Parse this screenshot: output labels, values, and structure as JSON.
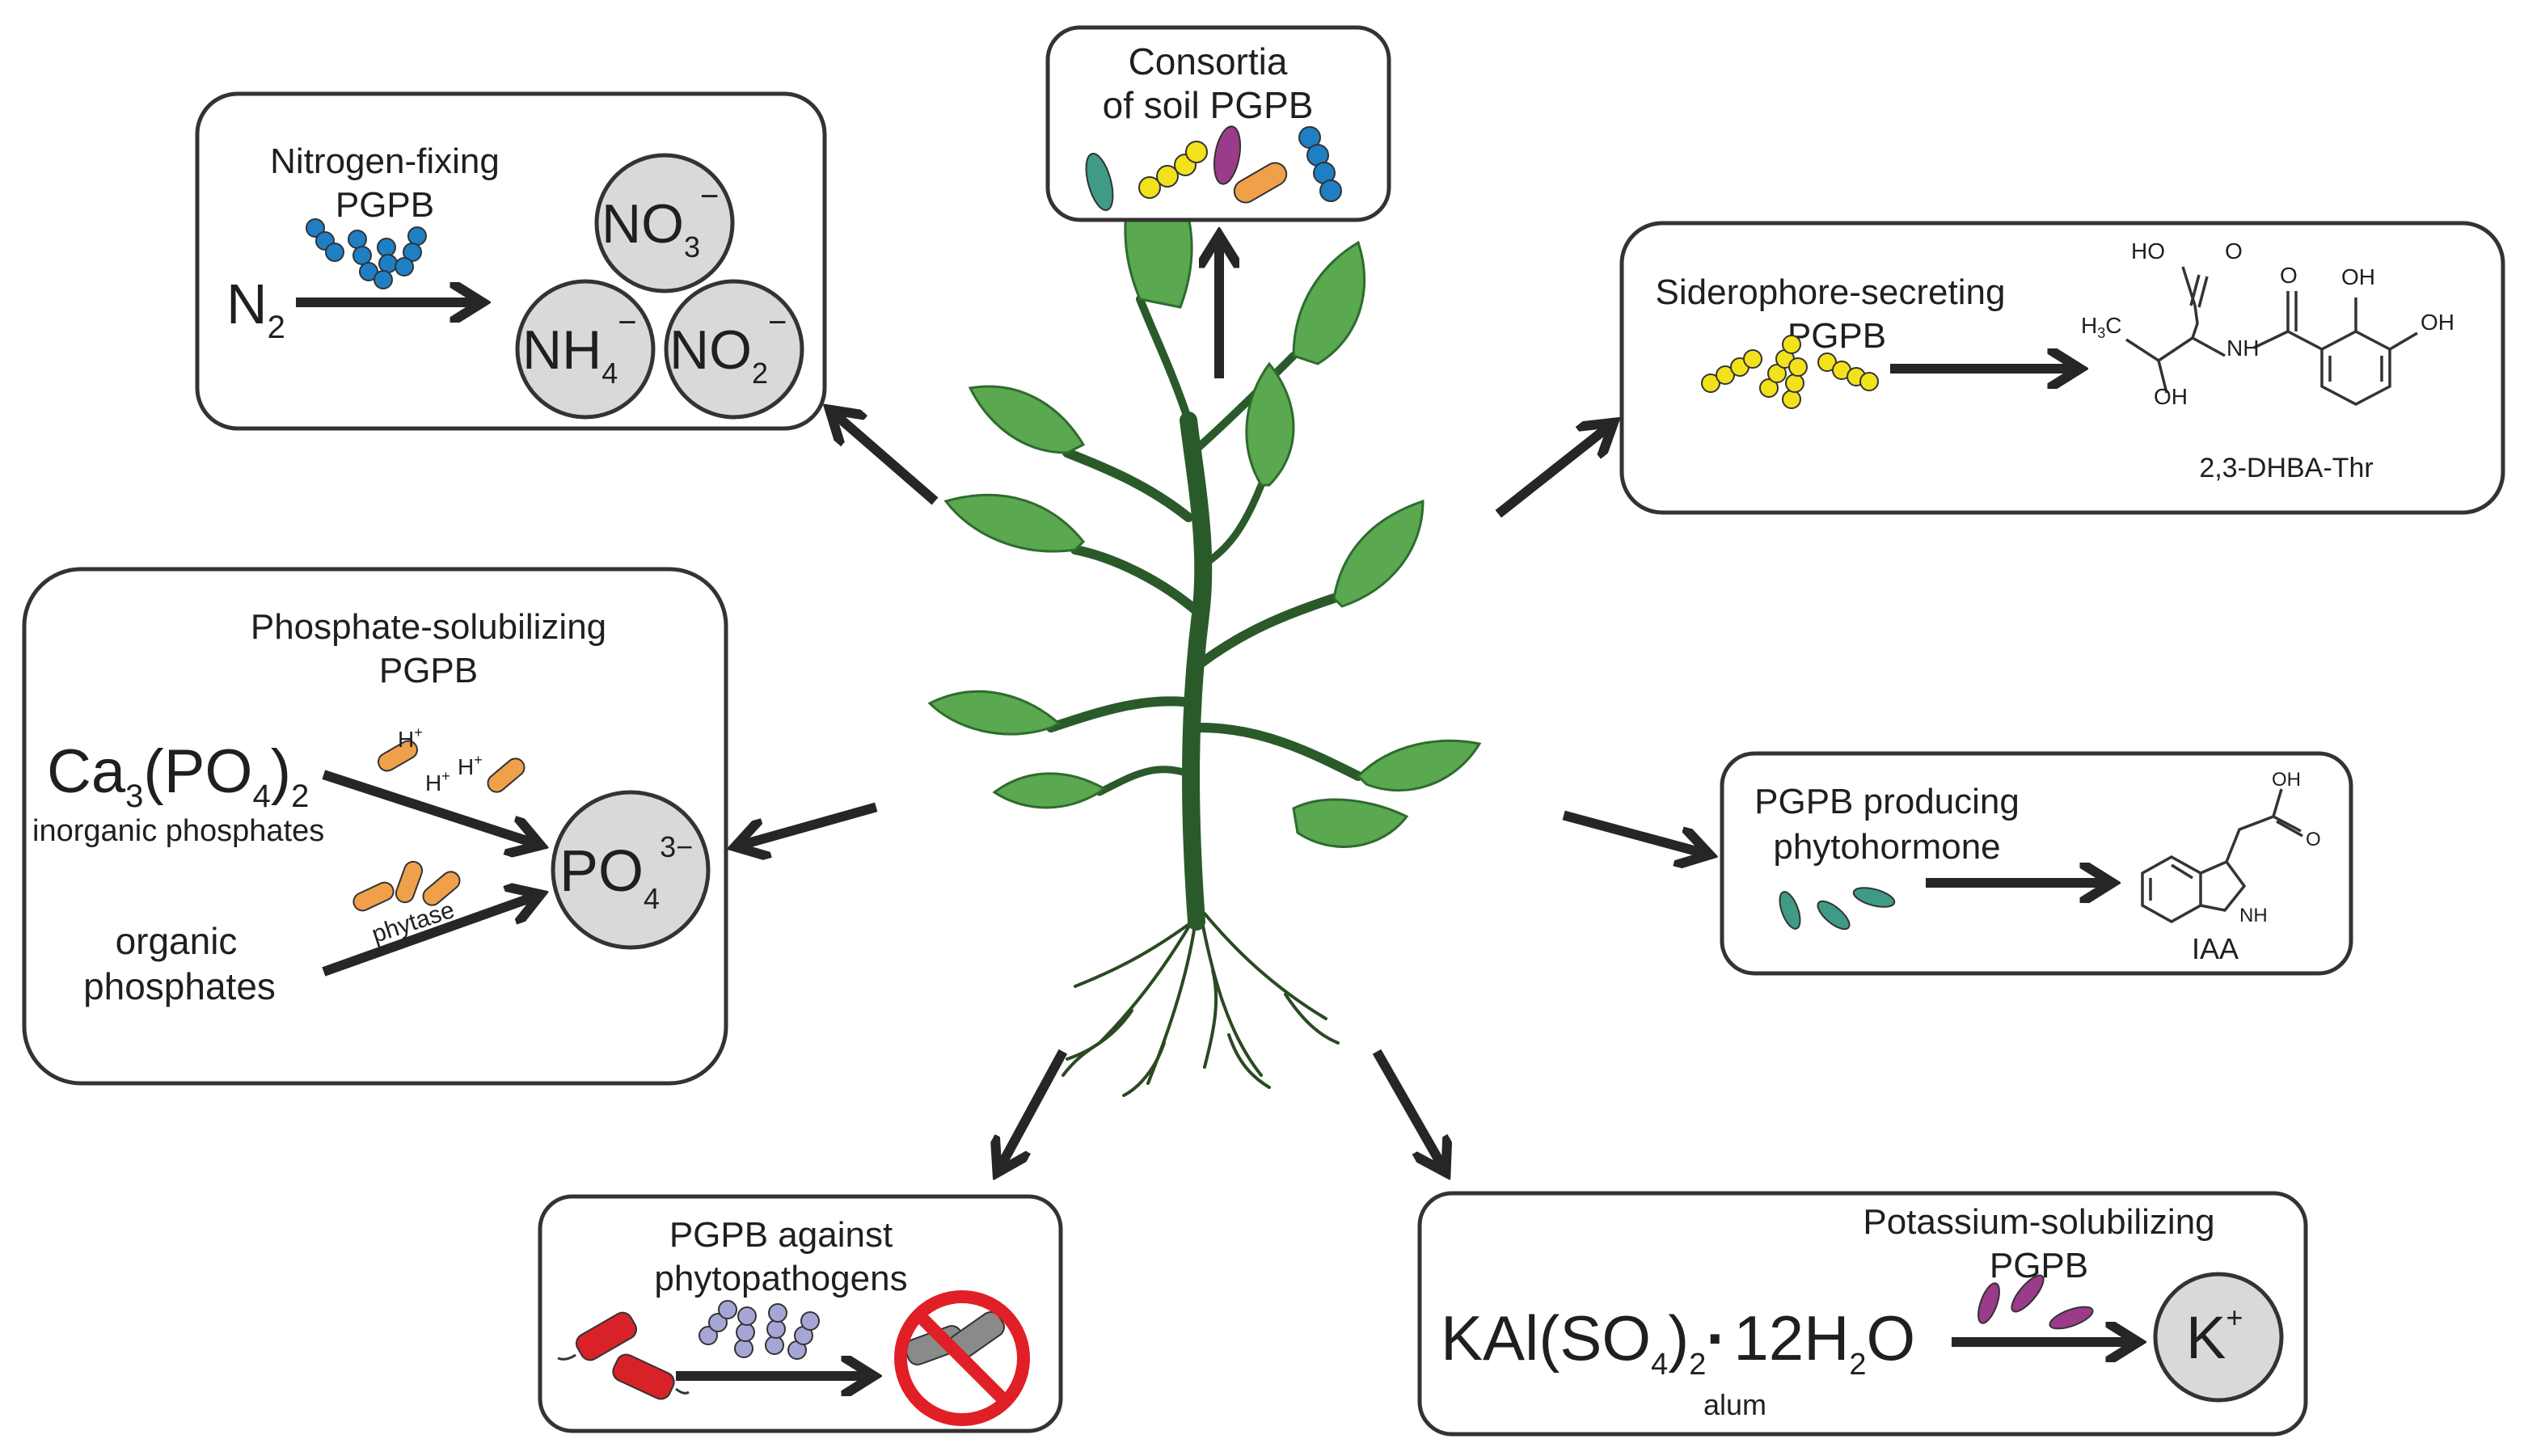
{
  "colors": {
    "n_bacteria": "#1f7fc4",
    "sid_bacteria": "#f2e21b",
    "phos_bacteria": "#f0a04a",
    "patho_red": "#d92128",
    "patho_gray": "#8a8a8a",
    "antag_purple": "#a6a6d6",
    "iaa_bacteria": "#3f9a86",
    "k_bacteria": "#9a3c8a",
    "leaf": "#5aa84f",
    "leaf_dark": "#2f6b2f",
    "stem": "#2a5a2a",
    "ion_fill": "#d9d9d9",
    "no_sign": "#e01f26"
  },
  "nitrogen": {
    "title_l1": "Nitrogen-fixing",
    "title_l2": "PGPB",
    "n2": "N",
    "n2_sub": "2",
    "no3": "NO",
    "no3_sub": "3",
    "no3_sup": "−",
    "nh4": "NH",
    "nh4_sub": "4",
    "nh4_sup": "−",
    "no2": "NO",
    "no2_sub": "2",
    "no2_sup": "−"
  },
  "consortia": {
    "title_l1": "Consortia",
    "title_l2": "of soil PGPB"
  },
  "siderophore": {
    "title_l1": "Siderophore-secreting",
    "title_l2": "PGPB",
    "compound": "2,3-DHBA-Thr",
    "atom_ho": "HO",
    "atom_o1": "O",
    "atom_o2": "O",
    "atom_oh1": "OH",
    "atom_oh2": "OH",
    "atom_oh3": "OH",
    "atom_h3c": "H",
    "atom_h3c_sub": "3",
    "atom_c": "C",
    "atom_nh": "NH"
  },
  "phosphate": {
    "title_l1": "Phosphate-solubilizing",
    "title_l2": "PGPB",
    "ca": "Ca",
    "ca_sub": "3",
    "po4_paren": "(PO",
    "po4_paren_sub": "4",
    "close": ")",
    "close_sub": "2",
    "inorganic": "inorganic phosphates",
    "organic_l1": "organic",
    "organic_l2": "phosphates",
    "enzyme": "phytase",
    "proton": "H",
    "proton_sup": "+",
    "ion": "PO",
    "ion_sub": "4",
    "ion_sup": "3−"
  },
  "phytohormone": {
    "title_l1": "PGPB producing",
    "title_l2": "phytohormone",
    "compound": "IAA",
    "atom_oh": "OH",
    "atom_o": "O",
    "atom_nh": "NH"
  },
  "pathogens": {
    "title_l1": "PGPB against",
    "title_l2": "phytopathogens"
  },
  "potassium": {
    "title_l1": "Potassium-solubilizing",
    "title_l2": "PGPB",
    "formula_a": "KAl(SO",
    "formula_a_sub": "4",
    "formula_b": ")",
    "formula_b_sub": "2",
    "dot": "·",
    "formula_c": "12H",
    "formula_c_sub": "2",
    "formula_d": "O",
    "mineral": "alum",
    "ion": "K",
    "ion_sup": "+"
  }
}
